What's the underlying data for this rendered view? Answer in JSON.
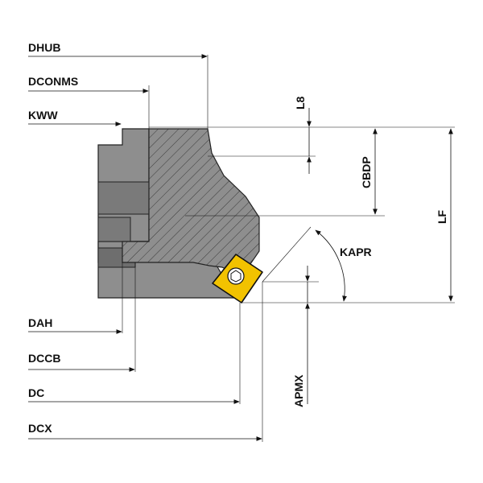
{
  "labels": {
    "dhub": "DHUB",
    "dconms": "DCONMS",
    "kww": "KWW",
    "l8": "L8",
    "cbdp": "CBDP",
    "lf": "LF",
    "kapr": "KAPR",
    "apmx": "APMX",
    "dah": "DAH",
    "dccb": "DCCB",
    "dc": "DC",
    "dcx": "DCX"
  },
  "colors": {
    "body_gray": "#8e8e8e",
    "body_dark": "#6e6e6e",
    "insert_yellow": "#f2c200",
    "line": "#111111"
  },
  "icons": {
    "insert_screw": "screw-icon"
  }
}
